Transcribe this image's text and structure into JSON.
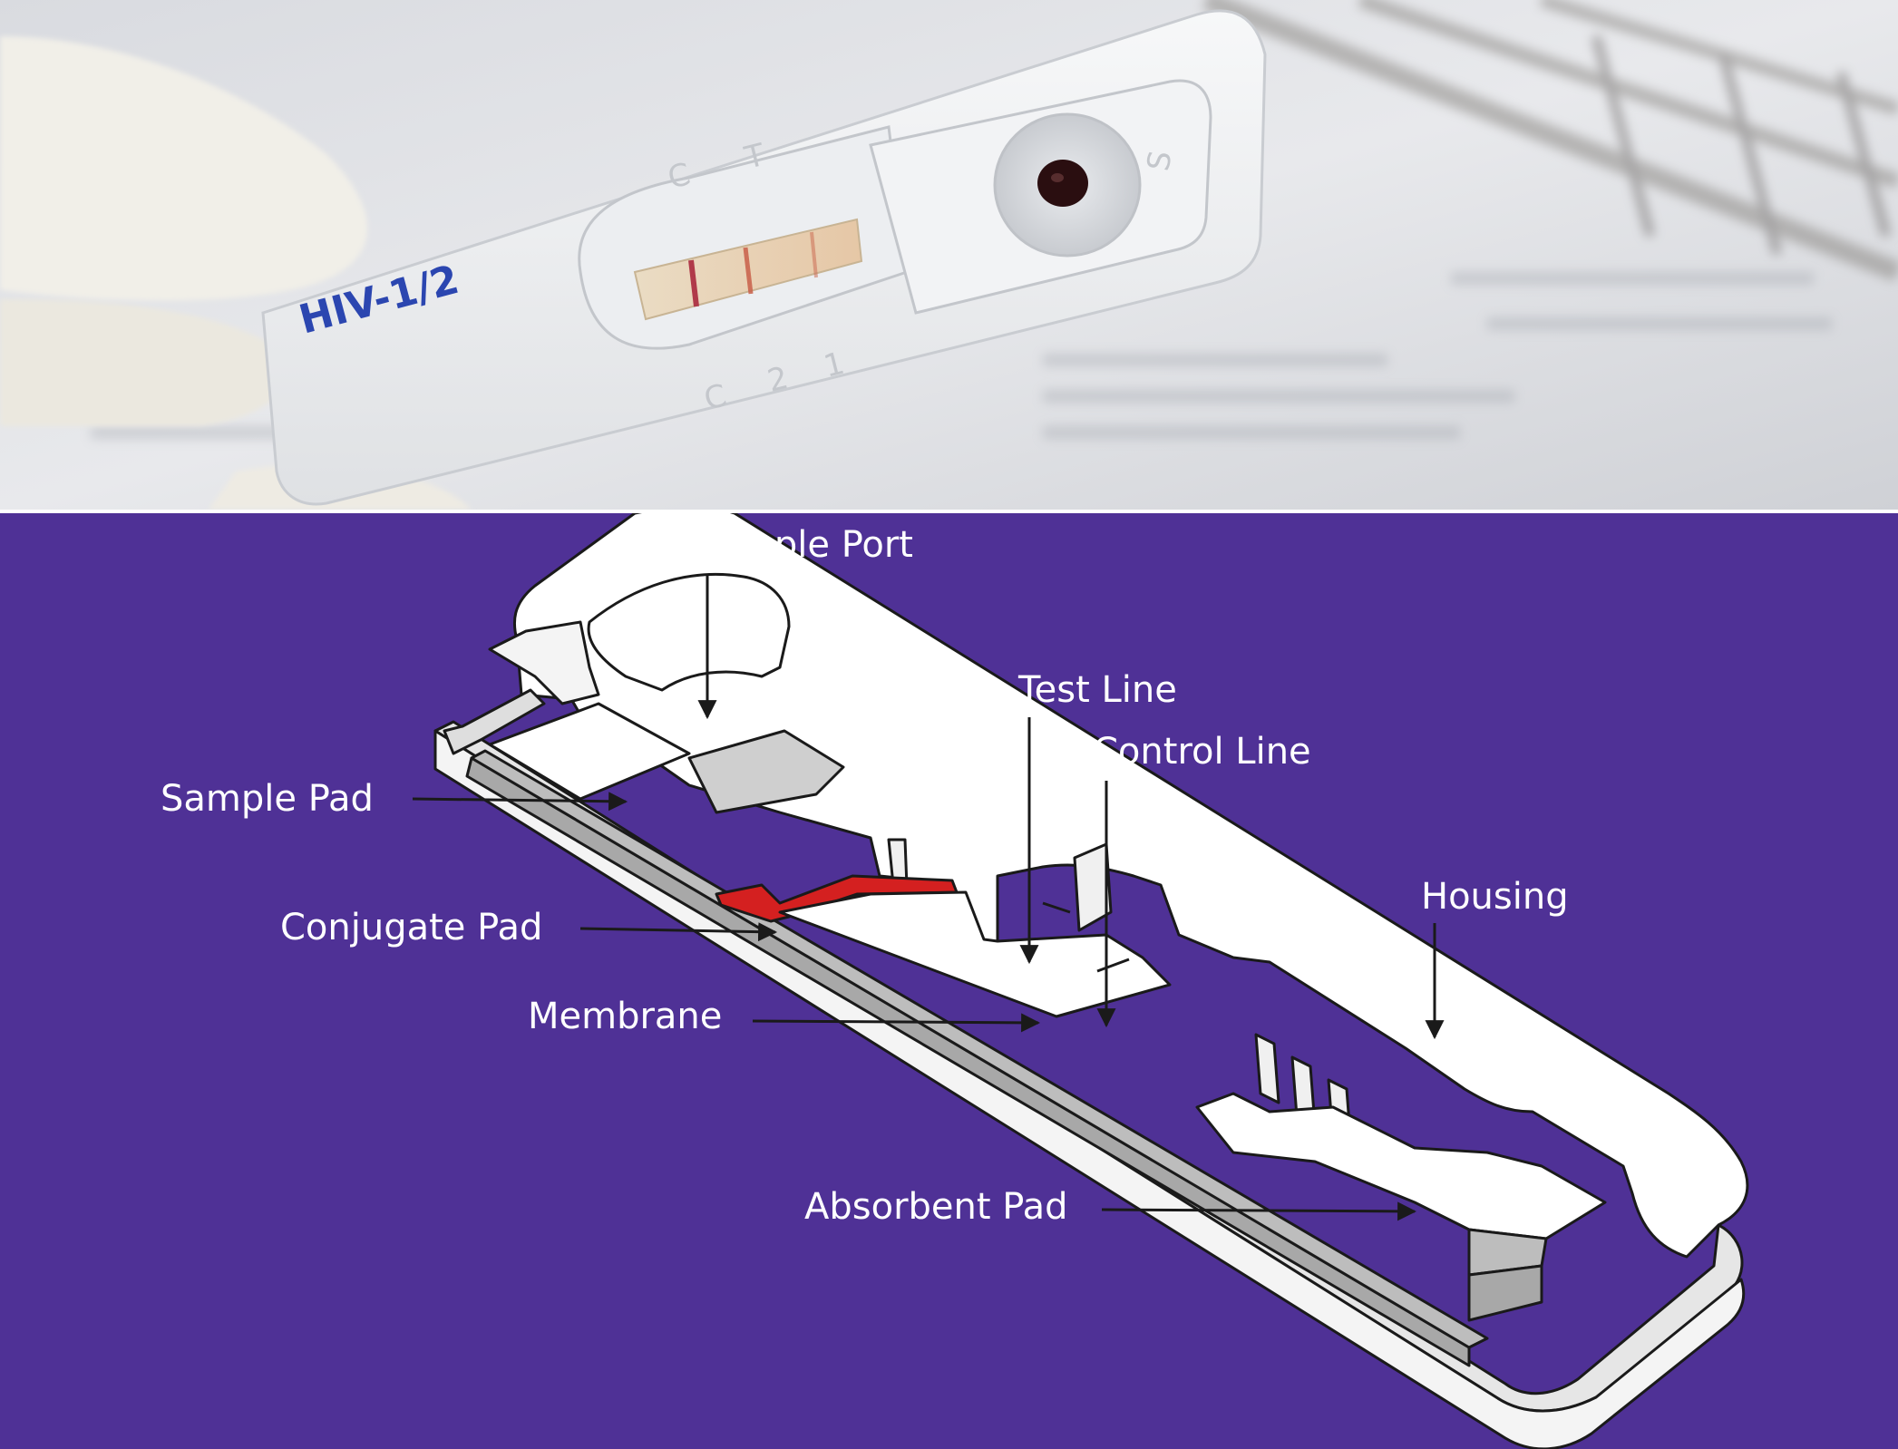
{
  "photo": {
    "device_label": "HIV-1/2",
    "window_letters": {
      "top_left": "C",
      "top_right": "T",
      "bottom_left": "C",
      "bottom_mid": "2",
      "bottom_right": "1",
      "port": "S"
    },
    "colors": {
      "print": "#2b46b0",
      "control_line": "#b03a4a",
      "test_line": "#c9604a"
    }
  },
  "diagram": {
    "background": "#4f3196",
    "labels": {
      "sample_port": "Sample Port",
      "test_line": "Test Line",
      "control_line": "Control Line",
      "sample_pad": "Sample Pad",
      "conjugate_pad": "Conjugate Pad",
      "membrane": "Membrane",
      "housing": "Housing",
      "absorbent_pad": "Absorbent Pad"
    },
    "colors": {
      "conjugate": "#d42020",
      "housing": "#ffffff",
      "strip_base": "#a8a8a8"
    }
  }
}
